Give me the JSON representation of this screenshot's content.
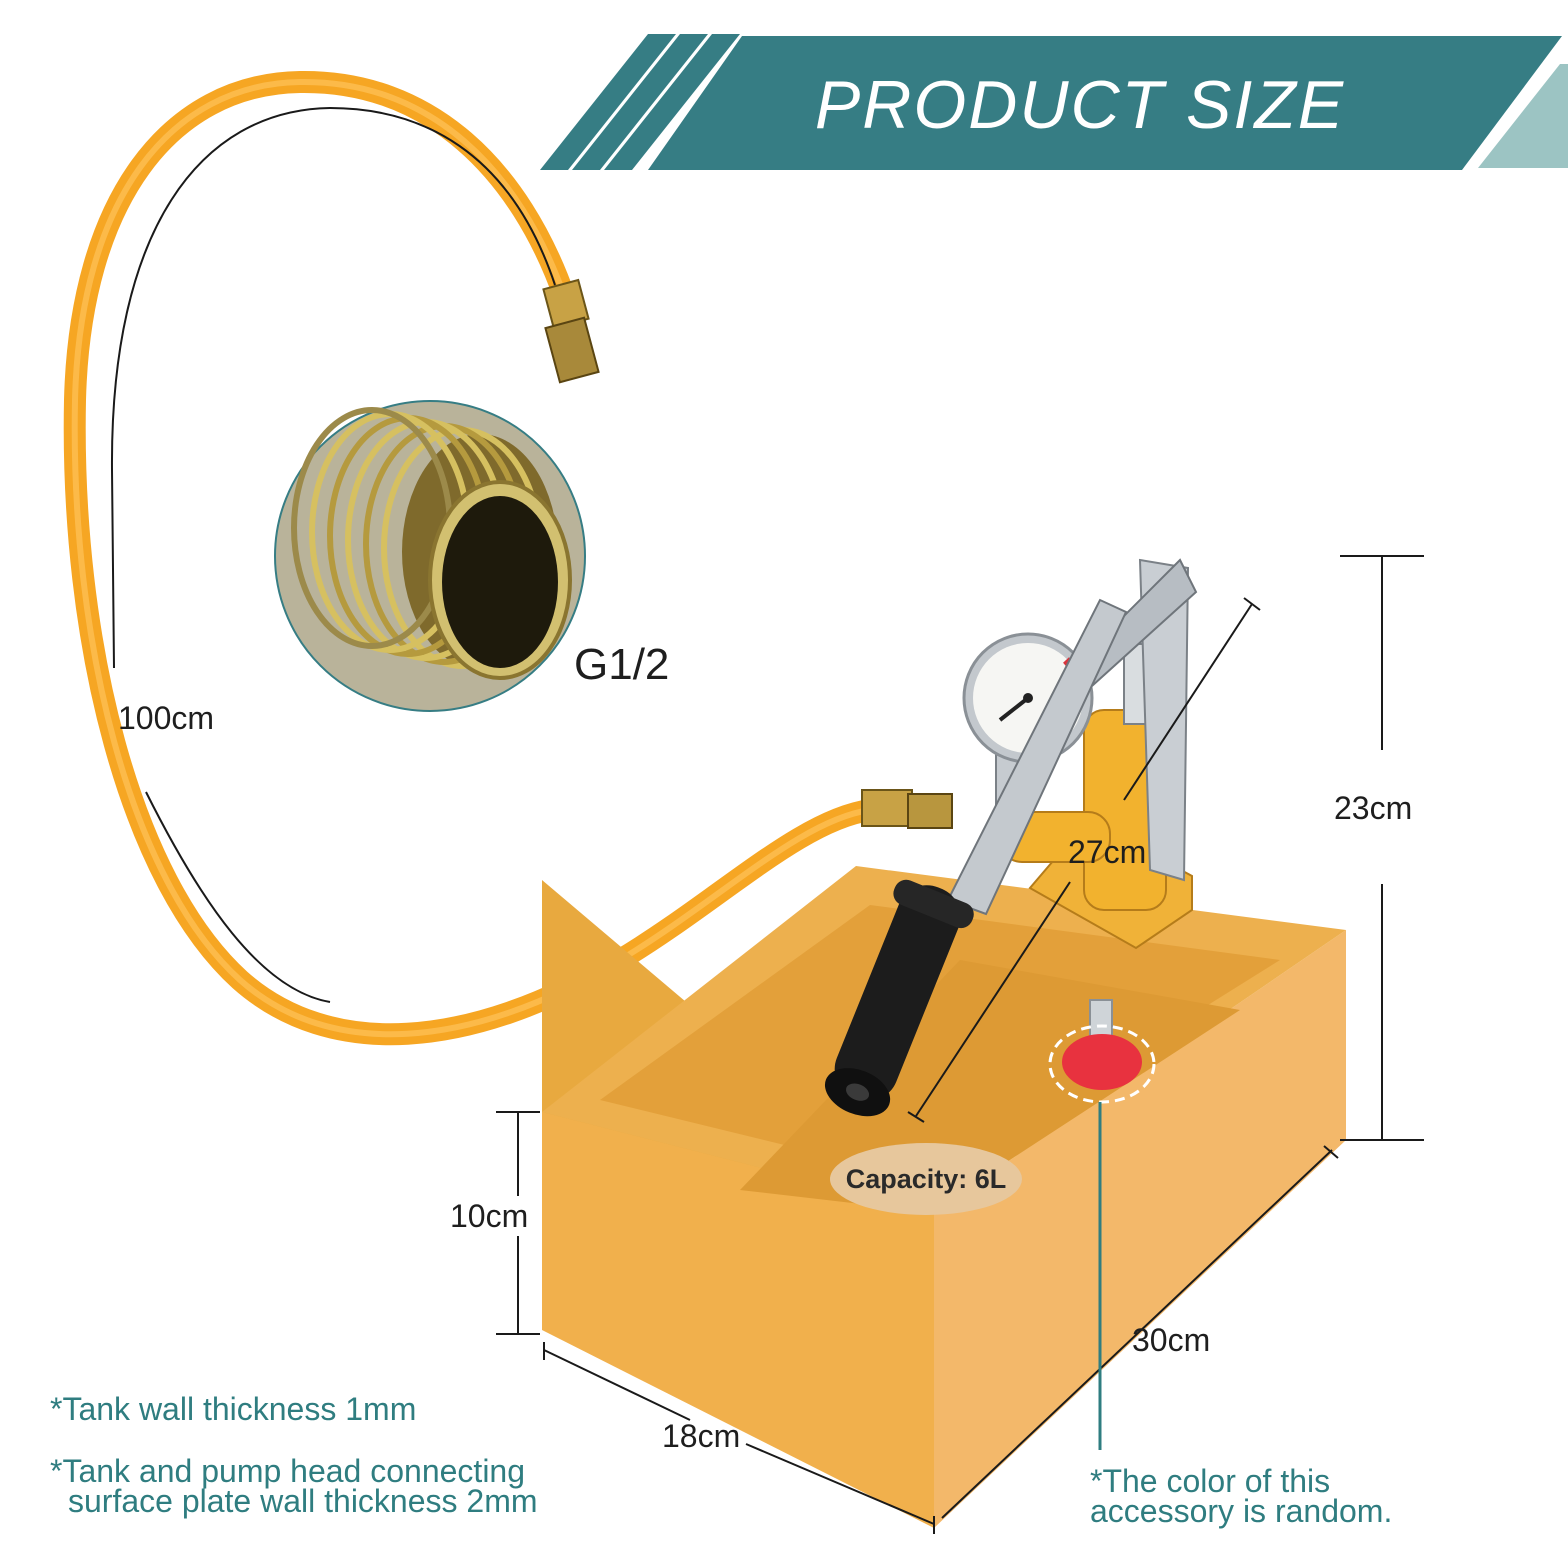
{
  "header": {
    "title": "PRODUCT SIZE"
  },
  "thread": {
    "label": "G1/2"
  },
  "dimensions": {
    "hose_length": "100cm",
    "handle_length": "27cm",
    "pump_height": "23cm",
    "tank_height": "10cm",
    "tank_length": "30cm",
    "tank_width": "18cm"
  },
  "capacity": "Capacity: 6L",
  "notes": {
    "wall_thickness": "*Tank wall thickness 1mm",
    "plate_line1": "*Tank and pump head connecting",
    "plate_line2": "surface plate wall thickness 2mm",
    "accessory_line1": "*The color of this",
    "accessory_line2": "accessory is random."
  },
  "colors": {
    "banner_teal": "#367d84",
    "banner_light": "#9cc4c3",
    "tank_yellow": "#eca83c",
    "hose_orange": "#f6a623",
    "note_teal": "#2f7d80",
    "knob_red": "#e8323f"
  }
}
